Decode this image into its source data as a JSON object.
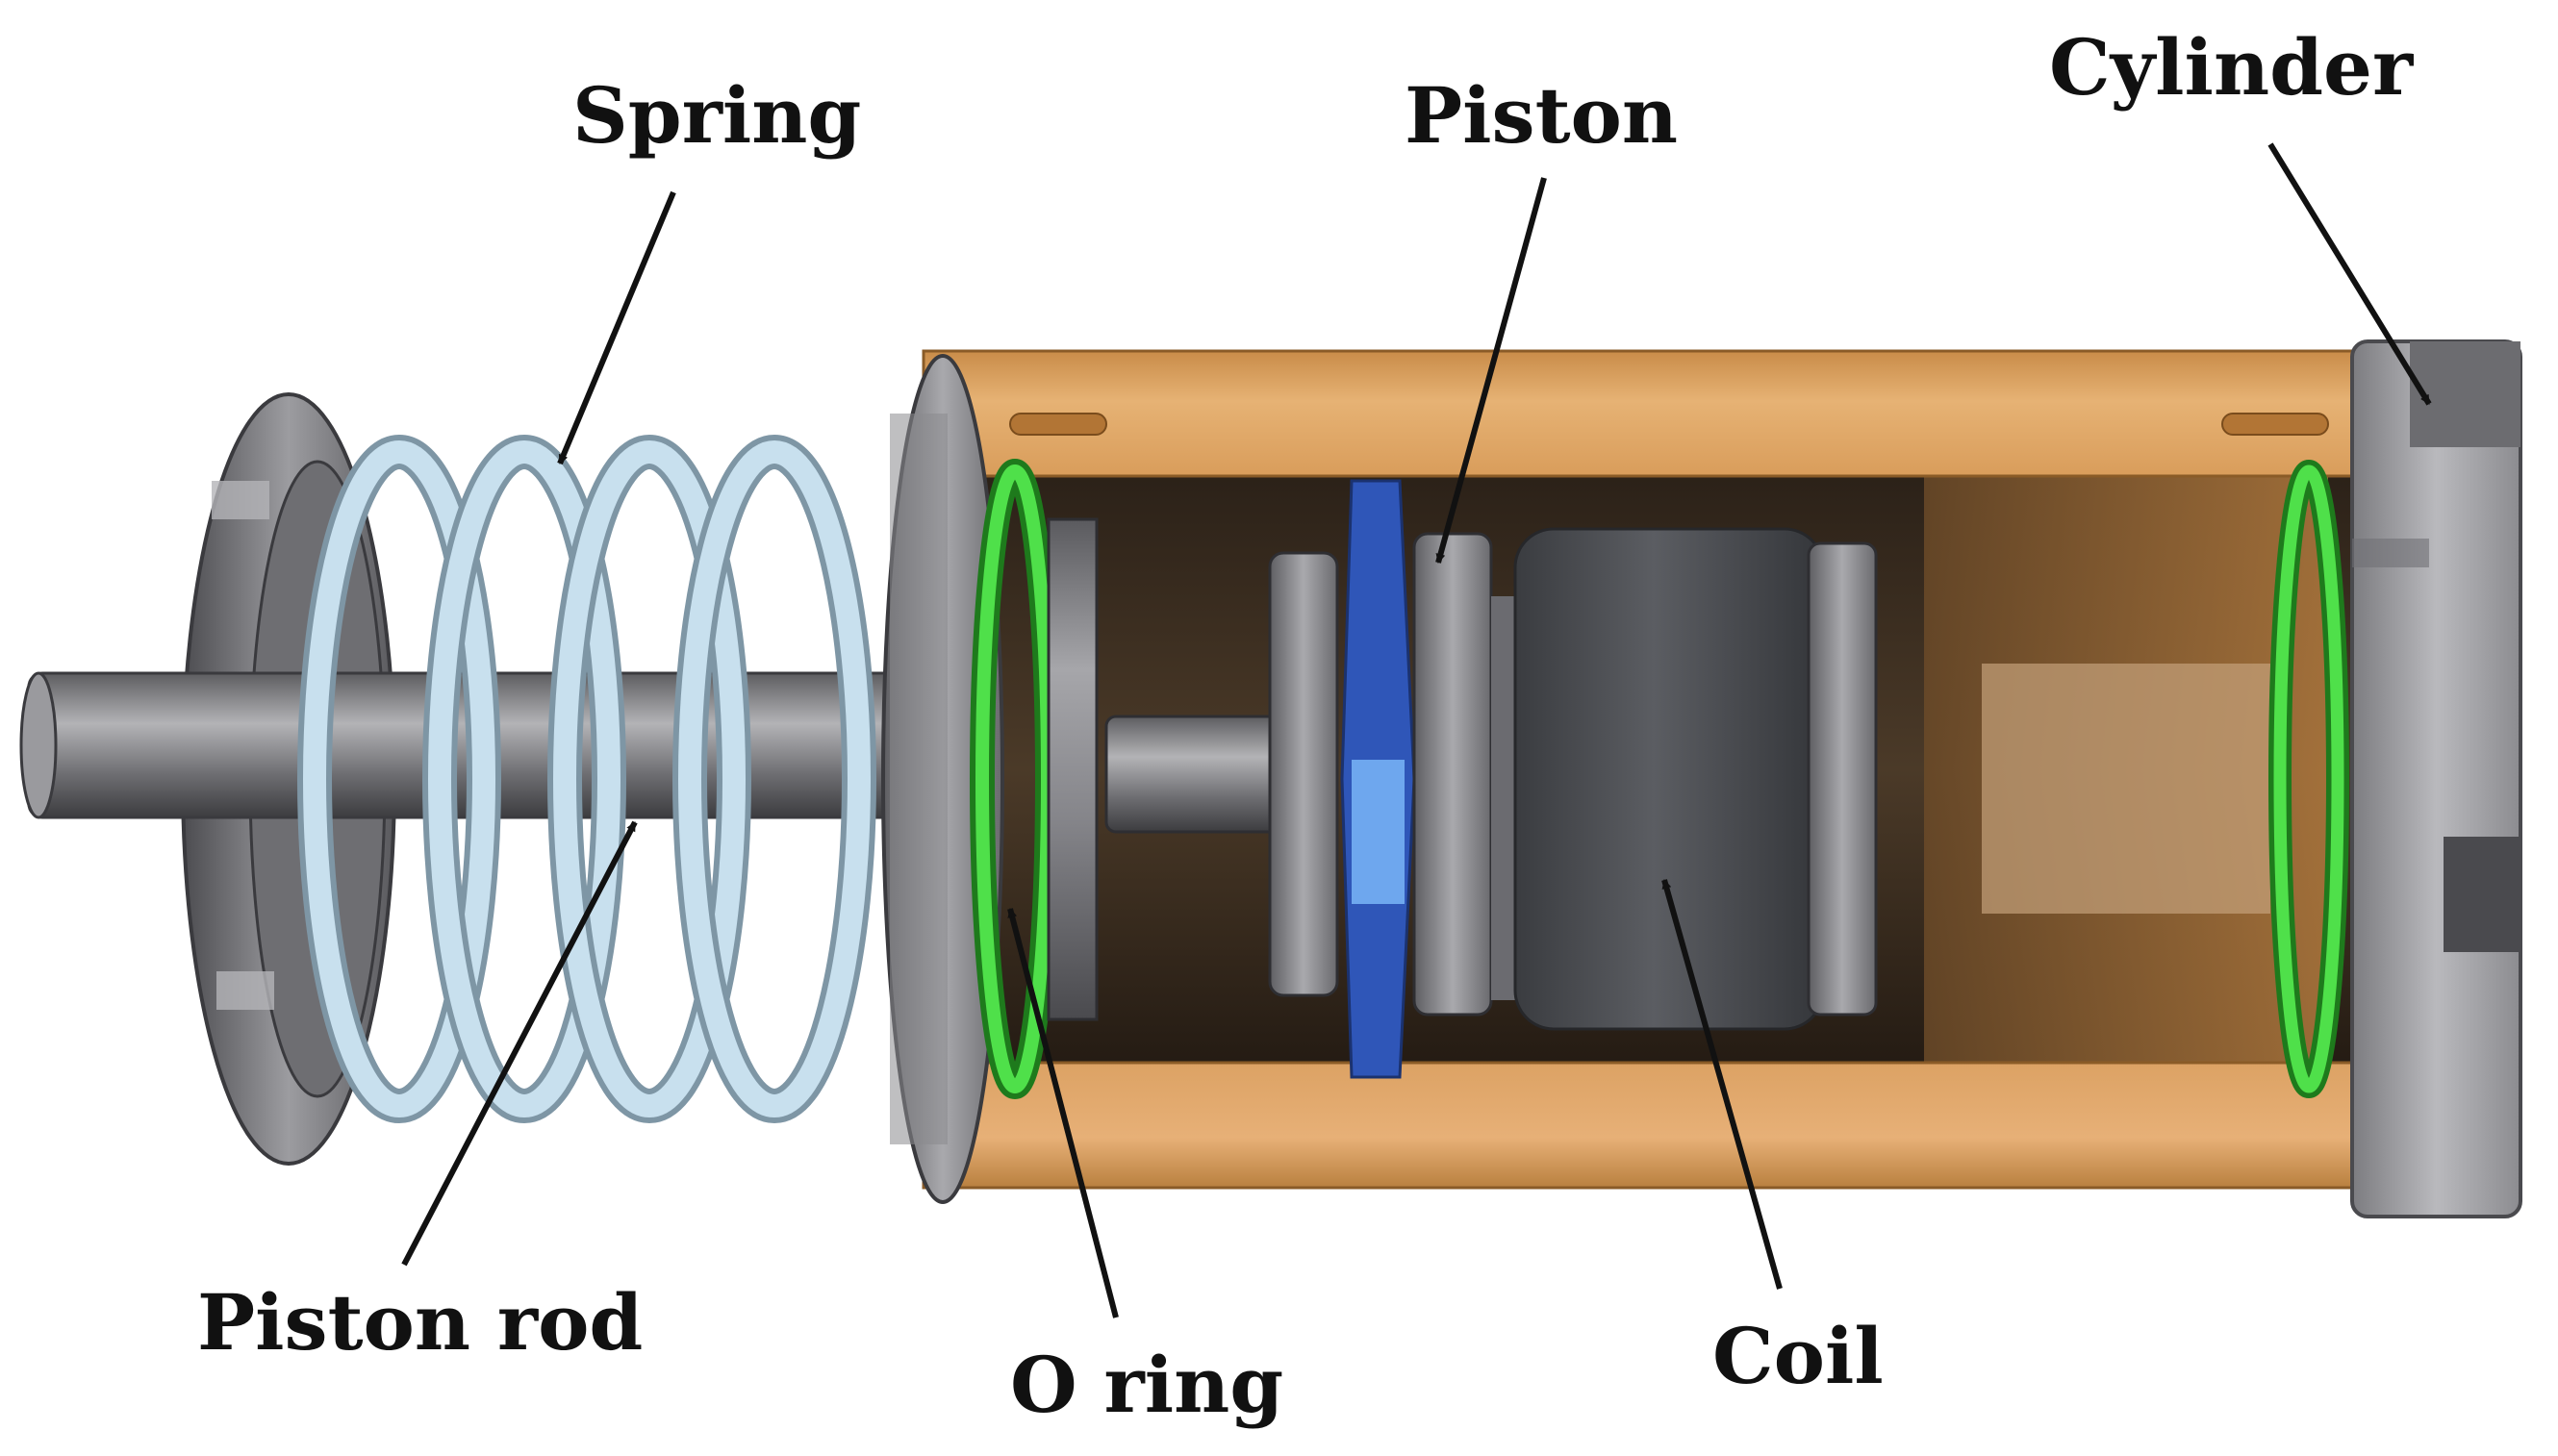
{
  "labels": {
    "spring": "Spring",
    "piston": "Piston",
    "cylinder": "Cylinder",
    "piston_rod": "Piston rod",
    "o_ring": "O ring",
    "coil": "Coil"
  },
  "colors": {
    "housing": "#e0a765",
    "housing_dark": "#b97c3b",
    "metal": "#8f8f91",
    "spring": "#c3dbe9",
    "o_ring": "#3cc83a",
    "coil": "#4a4c50",
    "seal_blue": "#3a66c8"
  }
}
